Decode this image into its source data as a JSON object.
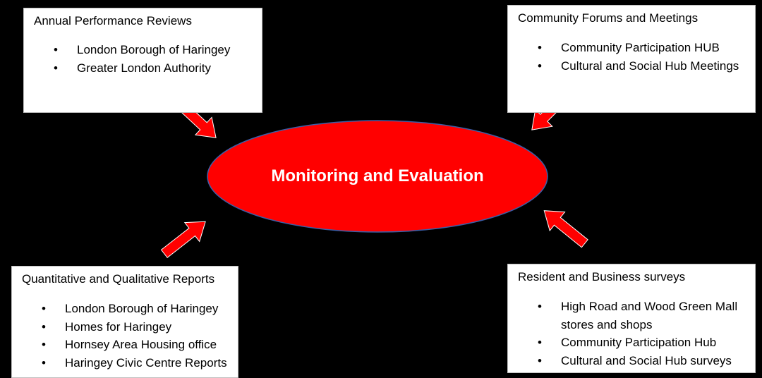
{
  "center": {
    "label": "Monitoring and Evaluation"
  },
  "boxes": {
    "top_left": {
      "title": "Annual Performance Reviews",
      "items": [
        "London Borough of Haringey",
        "Greater London Authority"
      ]
    },
    "top_right": {
      "title": "Community Forums and Meetings",
      "items": [
        "Community Participation HUB",
        "Cultural and Social Hub Meetings"
      ]
    },
    "bottom_left": {
      "title": "Quantitative and Qualitative Reports",
      "items": [
        "London Borough of Haringey",
        "Homes for Haringey",
        "Hornsey Area Housing office",
        "Haringey Civic Centre Reports"
      ]
    },
    "bottom_right": {
      "title": "Resident and Business surveys",
      "items": [
        "High Road and Wood Green Mall stores and shops",
        "Community Participation Hub",
        "Cultural and Social Hub surveys"
      ]
    }
  },
  "colors": {
    "background": "#000000",
    "ellipse": "#ff0000",
    "ellipse_border": "#3a5fa8",
    "arrow": "#ff0000",
    "box": "#ffffff"
  }
}
